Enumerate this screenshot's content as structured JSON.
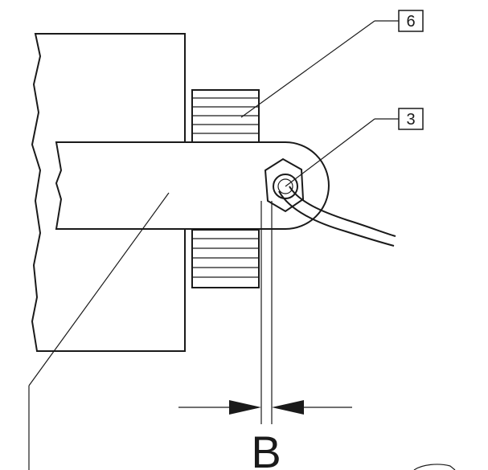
{
  "callouts": [
    {
      "id": "6",
      "text": "6"
    },
    {
      "id": "3",
      "text": "3"
    }
  ],
  "dimension": {
    "label": "B"
  },
  "colors": {
    "line": "#1a1a1a",
    "background": "#ffffff"
  }
}
